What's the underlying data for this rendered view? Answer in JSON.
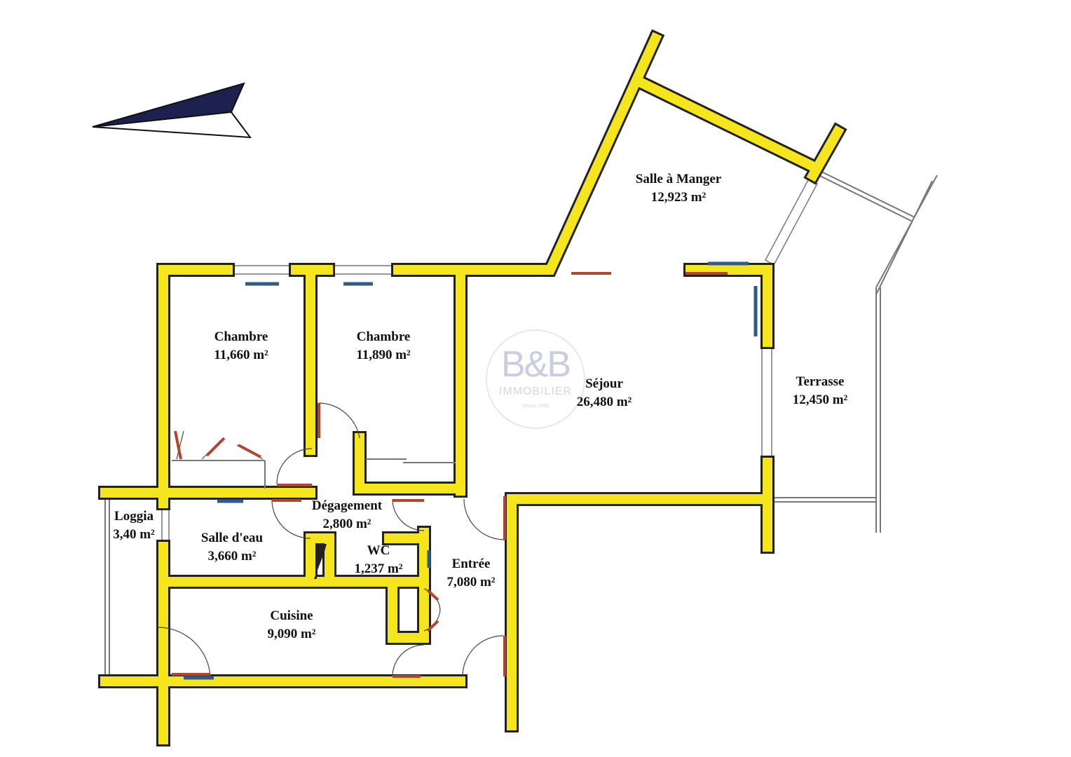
{
  "plan": {
    "rooms": [
      {
        "name": "Salle à Manger",
        "area": "12,923 m²"
      },
      {
        "name": "Chambre",
        "area": "11,660 m²"
      },
      {
        "name": "Chambre",
        "area": "11,890 m²"
      },
      {
        "name": "Séjour",
        "area": "26,480 m²"
      },
      {
        "name": "Terrasse",
        "area": "12,450 m²"
      },
      {
        "name": "Loggia",
        "area": "3,40 m²"
      },
      {
        "name": "Salle d'eau",
        "area": "3,660 m²"
      },
      {
        "name": "Dégagement",
        "area": "2,800 m²"
      },
      {
        "name": "WC",
        "area": "1,237 m²"
      },
      {
        "name": "Entrée",
        "area": "7,080 m²"
      },
      {
        "name": "Cuisine",
        "area": "9,090 m²"
      }
    ],
    "watermark": {
      "logo": "B&B",
      "line": "IMMOBILIER",
      "since": "depuis 1990"
    },
    "colors": {
      "wall": "#f5e51c",
      "outline": "#222222",
      "door": "#b5442e",
      "radiator": "#2f5a8a",
      "compass": "#1c2150"
    }
  }
}
